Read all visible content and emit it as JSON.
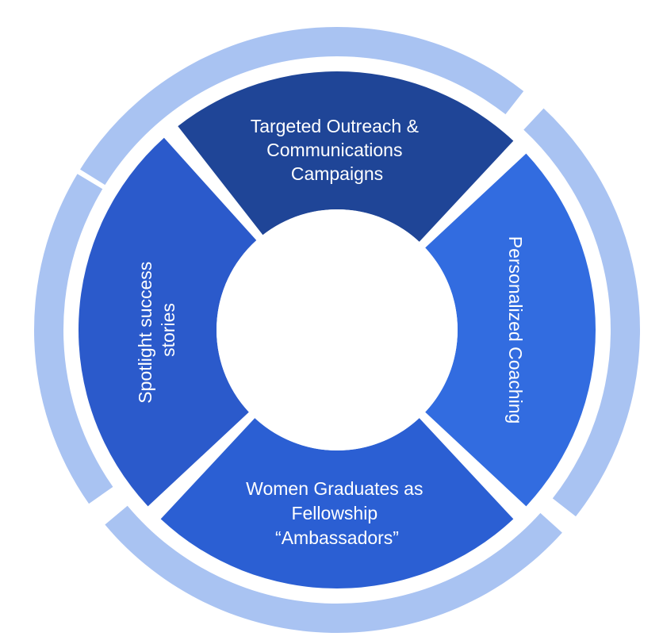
{
  "diagram": {
    "segments": [
      {
        "id": "top",
        "lines": [
          "Targeted Outreach &",
          "Communications",
          "Campaigns"
        ],
        "color": "#1f4597"
      },
      {
        "id": "right",
        "lines": [
          "Personalized Coaching"
        ],
        "color": "#326ce0"
      },
      {
        "id": "bottom",
        "lines": [
          "Women Graduates as",
          "Fellowship",
          "“Ambassadors”"
        ],
        "color": "#2b5fd3"
      },
      {
        "id": "left",
        "lines": [
          "Spotlight success",
          "stories"
        ],
        "color": "#2b5acb"
      }
    ],
    "outer_ring_color": "#a9c3f2",
    "center_color": "#ffffff"
  }
}
